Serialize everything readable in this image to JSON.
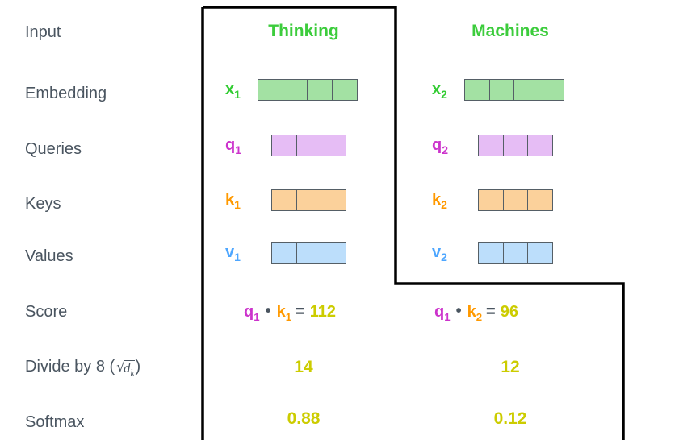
{
  "diagram": {
    "title_colors": {
      "header_green": "#3CCC3C",
      "label_gray": "#4A5560",
      "value_yellow": "#CCCC00",
      "x_green": "#33CC33",
      "q_purple": "#CC33CC",
      "k_orange": "#FF9900",
      "v_blue": "#4DA6FF",
      "cell_green": "#A3E1A3",
      "cell_purple": "#E6BDF5",
      "cell_orange": "#FBD19B",
      "cell_blue": "#BCDEFB",
      "cell_border": "#555F66",
      "outline": "#000000"
    },
    "row_labels": [
      {
        "id": "input",
        "text": "Input"
      },
      {
        "id": "embedding",
        "text": "Embedding"
      },
      {
        "id": "queries",
        "text": "Queries"
      },
      {
        "id": "keys",
        "text": "Keys"
      },
      {
        "id": "values",
        "text": "Values"
      },
      {
        "id": "score",
        "text": "Score"
      },
      {
        "id": "divide",
        "text": "Divide by 8 (",
        "math_prefix": "√",
        "math_base": "d",
        "math_sub": "k",
        "text_suffix": ")"
      },
      {
        "id": "softmax",
        "text": "Softmax"
      }
    ],
    "columns": [
      {
        "id": "col-1",
        "header": "Thinking",
        "embedding": {
          "tag": "x",
          "sub": "1",
          "cell_count": 4,
          "color": "green"
        },
        "query": {
          "tag": "q",
          "sub": "1",
          "cell_count": 3,
          "color": "purple"
        },
        "key": {
          "tag": "k",
          "sub": "1",
          "cell_count": 3,
          "color": "orange"
        },
        "value": {
          "tag": "v",
          "sub": "1",
          "cell_count": 3,
          "color": "blue"
        },
        "score": {
          "left_tag": "q",
          "left_sub": "1",
          "operator": "•",
          "right_tag": "k",
          "right_sub": "1",
          "equals": "=",
          "result": "112"
        },
        "divided": "14",
        "softmax": "0.88"
      },
      {
        "id": "col-2",
        "header": "Machines",
        "embedding": {
          "tag": "x",
          "sub": "2",
          "cell_count": 4,
          "color": "green"
        },
        "query": {
          "tag": "q",
          "sub": "2",
          "cell_count": 3,
          "color": "purple"
        },
        "key": {
          "tag": "k",
          "sub": "2",
          "cell_count": 3,
          "color": "orange"
        },
        "value": {
          "tag": "v",
          "sub": "2",
          "cell_count": 3,
          "color": "blue"
        },
        "score": {
          "left_tag": "q",
          "left_sub": "1",
          "operator": "•",
          "right_tag": "k",
          "right_sub": "2",
          "equals": "=",
          "result": "96"
        },
        "divided": "12",
        "softmax": "0.12"
      }
    ]
  }
}
